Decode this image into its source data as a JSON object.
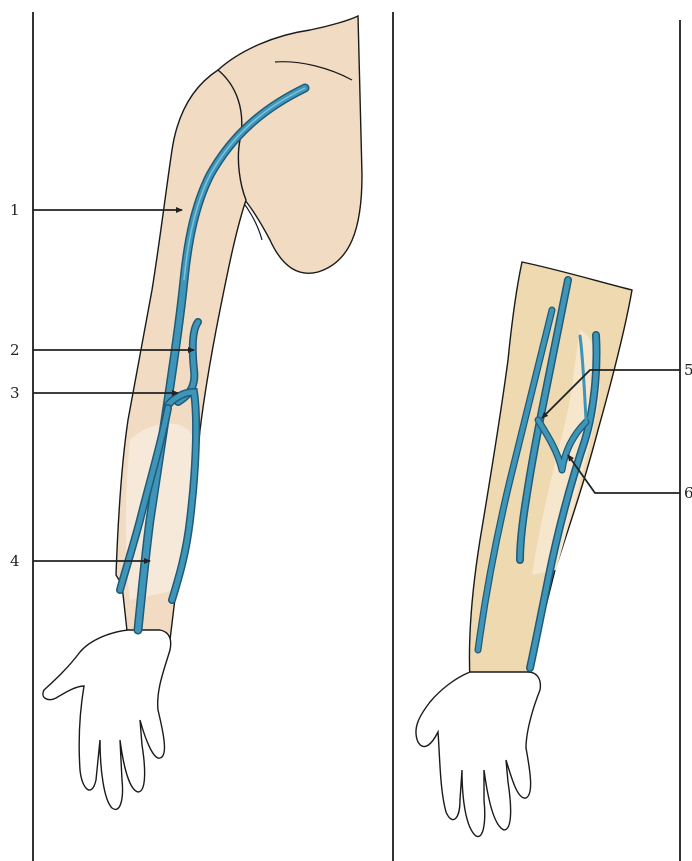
{
  "labels": {
    "l1": "1",
    "l2": "2",
    "l3": "3",
    "l4": "4",
    "l5": "5",
    "l6": "6"
  },
  "colors": {
    "skin": "#f1dcc3",
    "skin_light": "#f7ebdd",
    "skin_forearm": "#efd9b0",
    "vein": "#3f95b8",
    "vein_dark": "#1f5a78",
    "outline": "#1a1a1a",
    "divider": "#333333",
    "leader": "#222222"
  },
  "icons": {
    "left_panel": "anterior-arm-illustration",
    "right_panel": "forearm-illustration"
  }
}
